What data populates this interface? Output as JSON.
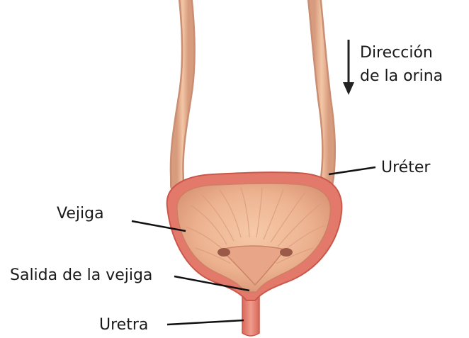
{
  "diagram": {
    "labels": {
      "direction_line1": "Dirección",
      "direction_line2": "de la orina",
      "ureter": "Uréter",
      "bladder": "Vejiga",
      "bladder_outlet": "Salida de la vejiga",
      "urethra": "Uretra"
    },
    "colors": {
      "wall": "#e2796a",
      "wall_dark": "#c9584b",
      "interior": "#edb391",
      "interior_dark": "#d89575",
      "ureter": "#eab594",
      "ureter_edge": "#c98e73",
      "leader_line": "#111111"
    }
  }
}
